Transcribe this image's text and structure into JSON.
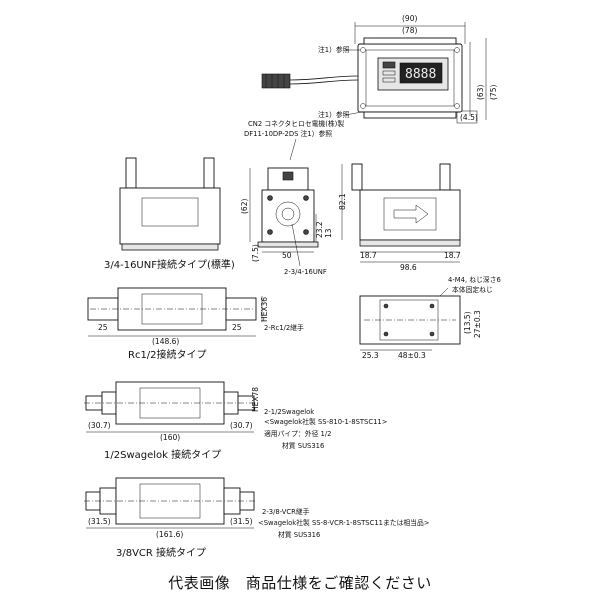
{
  "top_view": {
    "dims": [
      "(90)",
      "(78)",
      "(63)",
      "(75)",
      "(4.5)"
    ],
    "note_top": "注1）参照",
    "note_bottom": "注1）参照",
    "display": "8888"
  },
  "connector_note": {
    "line1": "CN2 コネクタヒロセ電機(株)製",
    "line2": "DF11-10DP-2DS  注1）参照"
  },
  "front_view": {
    "dims": [
      "(62)",
      "23.2",
      "13",
      "50",
      "(7.5)"
    ],
    "thread": "2-3/4-16UNF"
  },
  "side_view": {
    "dims": [
      "82.1",
      "18.7",
      "18.7",
      "98.6"
    ]
  },
  "bottom_view": {
    "note1": "4-M4, ねじ深さ6",
    "note2": "本体固定ねじ",
    "dims": [
      "(13.5)",
      "27±0.3",
      "25.3",
      "48±0.3"
    ]
  },
  "captions": {
    "unf": "3/4-16UNF接続タイプ(標準)",
    "rc": "Rc1/2接続タイプ",
    "swagelok": "1/2Swagelok 接続タイプ",
    "vcr": "3/8VCR 接続タイプ"
  },
  "rc_view": {
    "dims": [
      "25",
      "(148.6)",
      "25",
      "HEX36"
    ],
    "thread": "2-Rc1/2継手"
  },
  "swagelok_view": {
    "dims": [
      "(30.7)",
      "(160)",
      "(30.7)",
      "HEX78"
    ],
    "fitting": "2-1/2Swagelok",
    "spec": "<Swagelok社製 SS-810-1-8STSC11>",
    "pipe": "適用パイプ：外径 1/2",
    "material": "材質 SUS316"
  },
  "vcr_view": {
    "dims": [
      "(31.5)",
      "(161.6)",
      "(31.5)"
    ],
    "fitting": "2-3/8-VCR継手",
    "spec": "<Swagelok社製 SS-8-VCR-1-8STSC11または相当品>",
    "material": "材質 SUS316"
  },
  "footer": "代表画像　商品仕様をご確認ください"
}
